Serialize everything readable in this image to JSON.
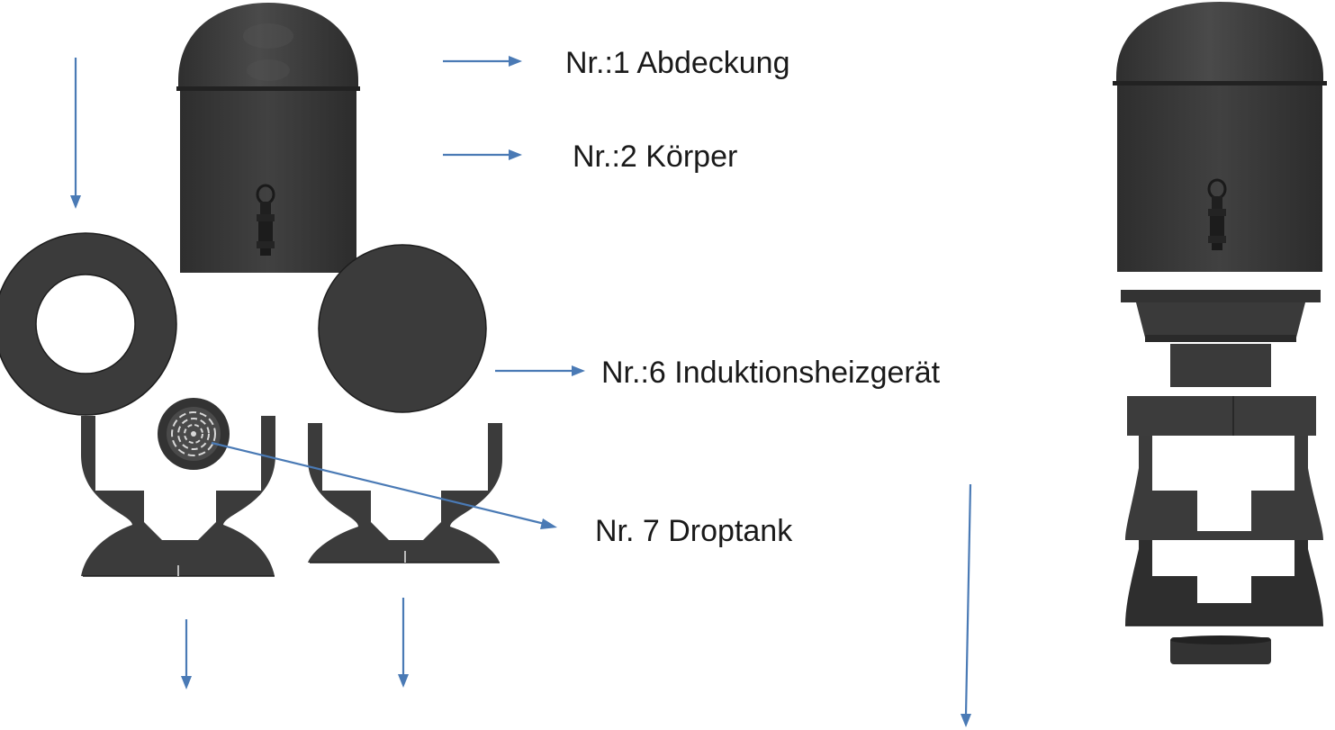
{
  "labels": {
    "abdeckung": "Nr.:1 Abdeckung",
    "koerper": "Nr.:2 Körper",
    "induktion": "Nr.:6 Induktionsheizgerät",
    "droptank": "Nr. 7 Droptank"
  },
  "colors": {
    "part": "#3b3b3b",
    "arrow": "#4a7ab5",
    "background": "#ffffff"
  },
  "icons": [
    "arrow-right-icon",
    "arrow-down-icon"
  ]
}
